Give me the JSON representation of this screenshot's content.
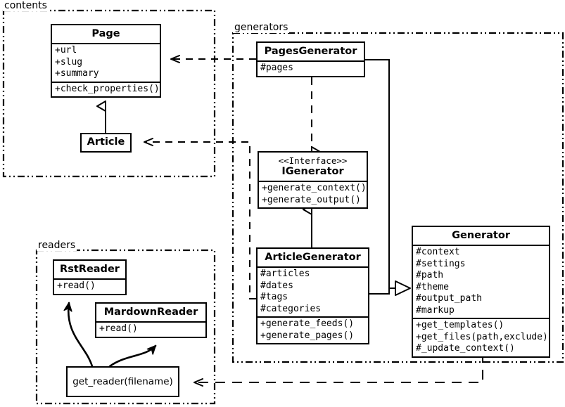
{
  "diagram": {
    "type": "uml-class-diagram",
    "packages": [
      {
        "id": "contents",
        "label": "contents"
      },
      {
        "id": "generators",
        "label": "generators"
      },
      {
        "id": "readers",
        "label": "readers"
      }
    ],
    "classes": [
      {
        "id": "page",
        "name": "Page",
        "stereotype": "",
        "attributes": [
          "+url",
          "+slug",
          "+summary"
        ],
        "methods": [
          "+check_properties()"
        ]
      },
      {
        "id": "article",
        "name": "Article",
        "stereotype": "",
        "attributes": [],
        "methods": []
      },
      {
        "id": "pages-generator",
        "name": "PagesGenerator",
        "stereotype": "",
        "attributes": [
          "#pages"
        ],
        "methods": []
      },
      {
        "id": "igenerator",
        "name": "IGenerator",
        "stereotype": "<<Interface>>",
        "attributes": [],
        "methods": [
          "+generate_context()",
          "+generate_output()"
        ]
      },
      {
        "id": "article-generator",
        "name": "ArticleGenerator",
        "stereotype": "",
        "attributes": [
          "#articles",
          "#dates",
          "#tags",
          "#categories"
        ],
        "methods": [
          "+generate_feeds()",
          "+generate_pages()"
        ]
      },
      {
        "id": "generator",
        "name": "Generator",
        "stereotype": "",
        "attributes": [
          "#context",
          "#settings",
          "#path",
          "#theme",
          "#output_path",
          "#markup"
        ],
        "methods": [
          "+get_templates()",
          "+get_files(path,exclude)",
          "#_update_context()"
        ]
      },
      {
        "id": "rst-reader",
        "name": "RstReader",
        "stereotype": "",
        "attributes": [],
        "methods": [
          "+read()"
        ]
      },
      {
        "id": "mardown-reader",
        "name": "MardownReader",
        "stereotype": "",
        "attributes": [],
        "methods": [
          "+read()"
        ]
      }
    ],
    "functions": [
      {
        "id": "get-reader",
        "label": "get_reader(filename)"
      }
    ],
    "relations": [
      {
        "id": "article-inherits-page",
        "kind": "generalization",
        "from": "article",
        "to": "page"
      },
      {
        "id": "pagesgenerator-depends-page",
        "kind": "dependency",
        "from": "pages-generator",
        "to": "page"
      },
      {
        "id": "articlegenerator-depends-article",
        "kind": "dependency",
        "from": "article-generator",
        "to": "article"
      },
      {
        "id": "pagesgenerator-implements-igenerator",
        "kind": "realization",
        "from": "pages-generator",
        "to": "igenerator"
      },
      {
        "id": "articlegenerator-inherits-igenerator",
        "kind": "generalization",
        "from": "article-generator",
        "to": "igenerator"
      },
      {
        "id": "pagesgenerator-inherits-generator",
        "kind": "generalization",
        "from": "pages-generator",
        "to": "generator"
      },
      {
        "id": "articlegenerator-inherits-generator",
        "kind": "generalization",
        "from": "article-generator",
        "to": "generator"
      },
      {
        "id": "generator-depends-getreader",
        "kind": "dependency",
        "from": "generator",
        "to": "get-reader"
      },
      {
        "id": "getreader-uses-rstreader",
        "kind": "association",
        "from": "get-reader",
        "to": "rst-reader"
      },
      {
        "id": "getreader-uses-mardownreader",
        "kind": "association",
        "from": "get-reader",
        "to": "mardown-reader"
      }
    ],
    "colors": {
      "stroke": "#000000",
      "background": "#ffffff"
    }
  }
}
